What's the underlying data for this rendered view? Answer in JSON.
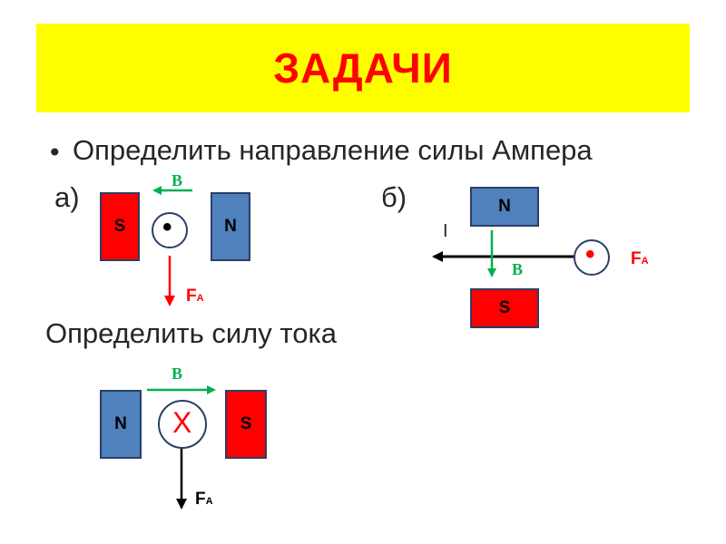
{
  "header": {
    "title": "ЗАДАЧИ"
  },
  "bullet_symbol": "•",
  "task1": {
    "text": "Определить направление силы Ампера"
  },
  "problem_a": {
    "label": "а)",
    "magnet_left": "S",
    "magnet_right": "N",
    "field_label": "B",
    "current_symbol": "•",
    "force_label": {
      "main": "F",
      "sub": "A"
    }
  },
  "problem_b": {
    "label": "б)",
    "magnet_top": "N",
    "magnet_bottom": "S",
    "current_label": "I",
    "field_label": "B",
    "force_label": {
      "main": "F",
      "sub": "A"
    }
  },
  "task2": {
    "text": "Определить силу тока"
  },
  "problem_c": {
    "magnet_left": "N",
    "magnet_right": "S",
    "field_label": "B",
    "current_symbol": "X",
    "force_label": {
      "main": "F",
      "sub": "A"
    }
  },
  "colors": {
    "banner": "#ffff00",
    "title": "#ff0000",
    "magnet_red": "#ff0000",
    "magnet_blue": "#4f81bd",
    "field_arrow": "#00b050",
    "force_red": "#ff0000",
    "current_arrow": "#000000"
  }
}
